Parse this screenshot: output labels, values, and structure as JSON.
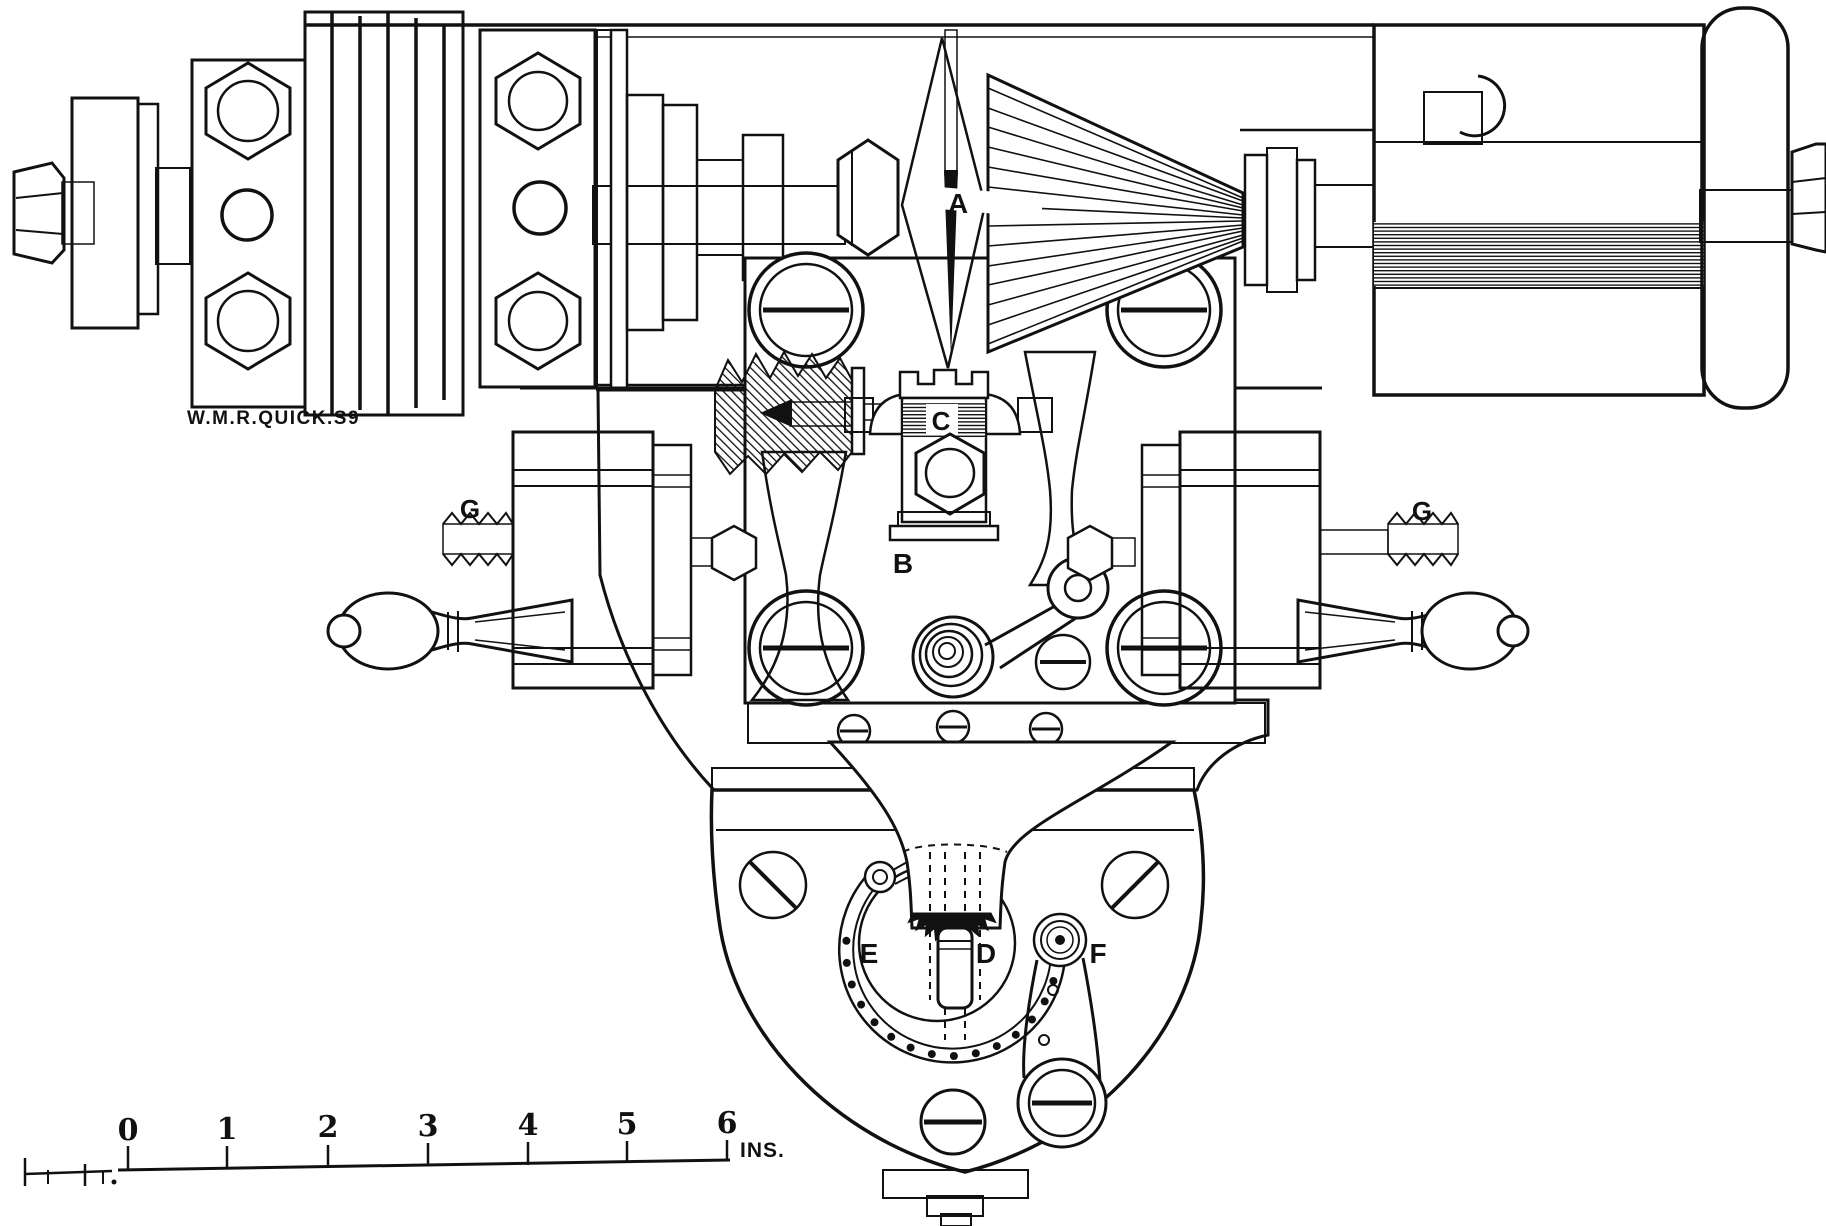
{
  "labels": {
    "cone": "A",
    "slide_rest": "B",
    "tool_clamp": "C",
    "center_pin": "D",
    "arc_end_left": "E",
    "arc_end_right": "F",
    "feed_screw_left": "G",
    "feed_screw_right": "G"
  },
  "signature": "W.M.R.QUICK.S9",
  "scale": {
    "tick_labels": [
      "0",
      "1",
      "2",
      "3",
      "4",
      "5",
      "6"
    ],
    "unit": "INS."
  },
  "colors": {
    "ink": "#111111",
    "paper": "#ffffff"
  }
}
